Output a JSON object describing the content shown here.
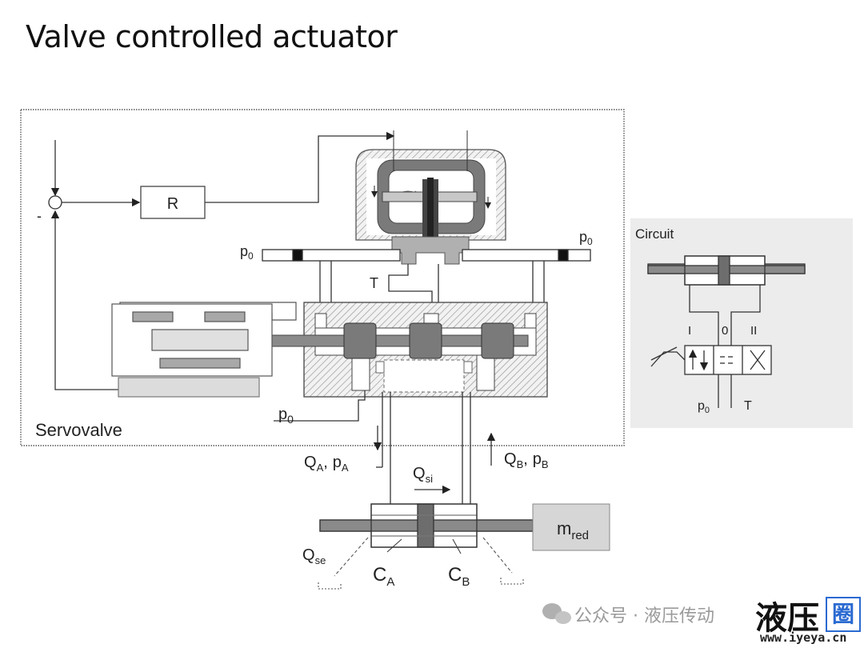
{
  "title": "Valve controlled actuator",
  "labels": {
    "R": "R",
    "minus": "-",
    "p0_left": "p",
    "p0_right": "p",
    "p0_bottom": "p",
    "p0_sub": "0",
    "T_main": "T",
    "servovalve": "Servovalve",
    "Q": "Q",
    "p": "p",
    "sub_A": "A",
    "sub_B": "B",
    "comma": ",",
    "Qsi_sub": "si",
    "Qse_sub": "se",
    "C": "C",
    "m": "m",
    "mred_sub": "red"
  },
  "circuit": {
    "title": "Circuit",
    "pos_I": "I",
    "pos_0": "0",
    "pos_II": "II",
    "p0": "p",
    "p0_sub": "0",
    "T": "T"
  },
  "watermark": {
    "source": "公众号 · 液压传动",
    "brand": "液压",
    "brand_box": "圈",
    "url": "www.iyeya.cn"
  },
  "colors": {
    "dark_gray": "#6d6d6d",
    "mid_gray": "#a9a9a9",
    "light_gray": "#d6d6d6",
    "panel_gray": "#ececec"
  }
}
